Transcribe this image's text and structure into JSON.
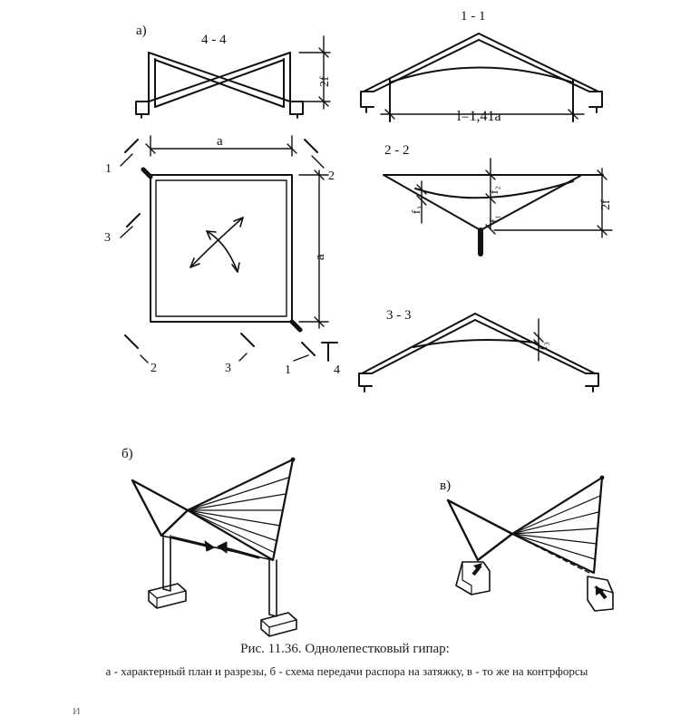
{
  "labels": {
    "part_a": "а)",
    "part_b": "б)",
    "part_v": "в)",
    "section_44": "4 - 4",
    "section_11": "1 - 1",
    "section_22": "2 - 2",
    "section_33": "3 - 3",
    "dim_2f": "2f",
    "dim_span": "l=1,41a",
    "dim_a": "a",
    "f1": "f₁",
    "f2": "f₂",
    "f3": "f₃",
    "cut_1": "1",
    "cut_2": "2",
    "cut_3": "3",
    "cut_4": "4"
  },
  "caption": {
    "title": "Рис. 11.36. Однолепестковый гипар:",
    "description": "а - характерный план и разрезы, б - схема передачи распора на затяжку, в - то же на контрфорсы",
    "partial_text": "И"
  },
  "colors": {
    "ink": "#111111"
  }
}
